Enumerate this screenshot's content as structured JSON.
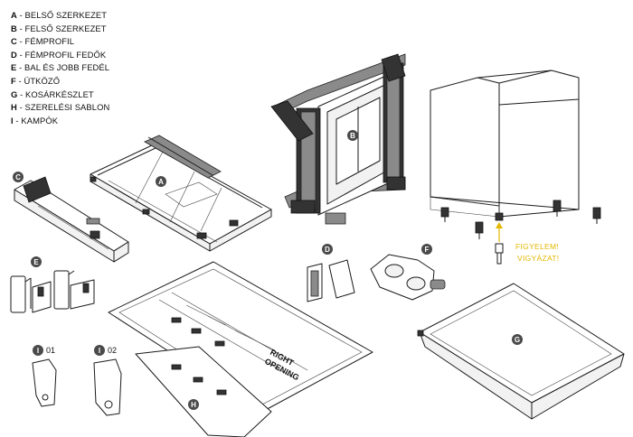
{
  "legend": [
    {
      "key": "A",
      "text": "BELSŐ SZERKEZET"
    },
    {
      "key": "B",
      "text": "FELSŐ SZERKEZET"
    },
    {
      "key": "C",
      "text": "FÉMPROFIL"
    },
    {
      "key": "D",
      "text": "FÉMPROFIL FEDŐK"
    },
    {
      "key": "E",
      "text": "BAL ÉS JOBB FEDÉL"
    },
    {
      "key": "F",
      "text": "ÜTKÖZŐ"
    },
    {
      "key": "G",
      "text": "KOSÁRKÉSZLET"
    },
    {
      "key": "H",
      "text": "SZERELÉSI SABLON"
    },
    {
      "key": "I",
      "text": "KAMPÓK"
    }
  ],
  "parts": {
    "A": "A",
    "B": "B",
    "C": "C",
    "D": "D",
    "E": "E",
    "F": "F",
    "G": "G",
    "H": "H"
  },
  "hooks": {
    "badge": "I",
    "first": "01",
    "second": "02"
  },
  "warning": {
    "line1": "FIGYELEM!",
    "line2": "VIGYÁZAT!"
  },
  "template_text": {
    "line1": "RIGHT",
    "line2": "OPENING"
  },
  "colors": {
    "badge": "#4a4a4a",
    "warning": "#e4b800",
    "line": "#1a1a1a"
  },
  "icons": {
    "warning_arrow": "arrow-up-icon"
  }
}
